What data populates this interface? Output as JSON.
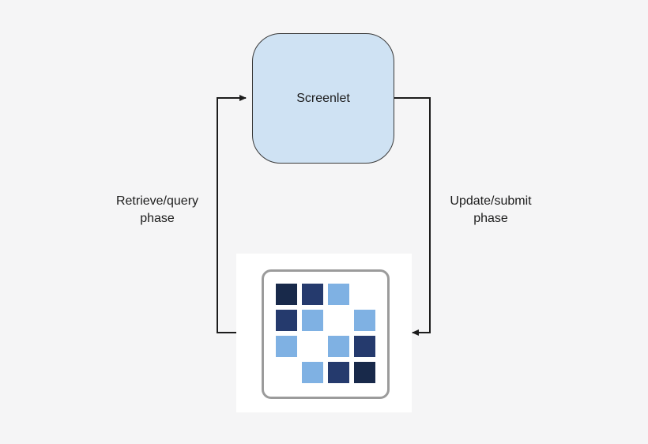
{
  "diagram": {
    "node_screenlet": {
      "label": "Screenlet"
    },
    "left_label": {
      "line1": "Retrieve/query",
      "line2": "phase"
    },
    "right_label": {
      "line1": "Update/submit",
      "line2": "phase"
    },
    "logo": {
      "name": "liferay-mosaic-logo",
      "colors": {
        "dark": "#18294a",
        "medium": "#253a6d",
        "light": "#7fb1e3",
        "frame_border": "#9b9b9b",
        "panel_background": "#ffffff"
      },
      "grid": [
        [
          "dark",
          "medium",
          "light",
          "none"
        ],
        [
          "medium",
          "light",
          "none",
          "light"
        ],
        [
          "light",
          "none",
          "light",
          "medium"
        ],
        [
          "none",
          "light",
          "medium",
          "dark"
        ]
      ]
    },
    "colors": {
      "background": "#f5f5f6",
      "node_fill": "#cfe2f3",
      "node_border": "#3a3a3a",
      "arrow": "#1c1c1c",
      "text": "#1c1c1c"
    }
  }
}
